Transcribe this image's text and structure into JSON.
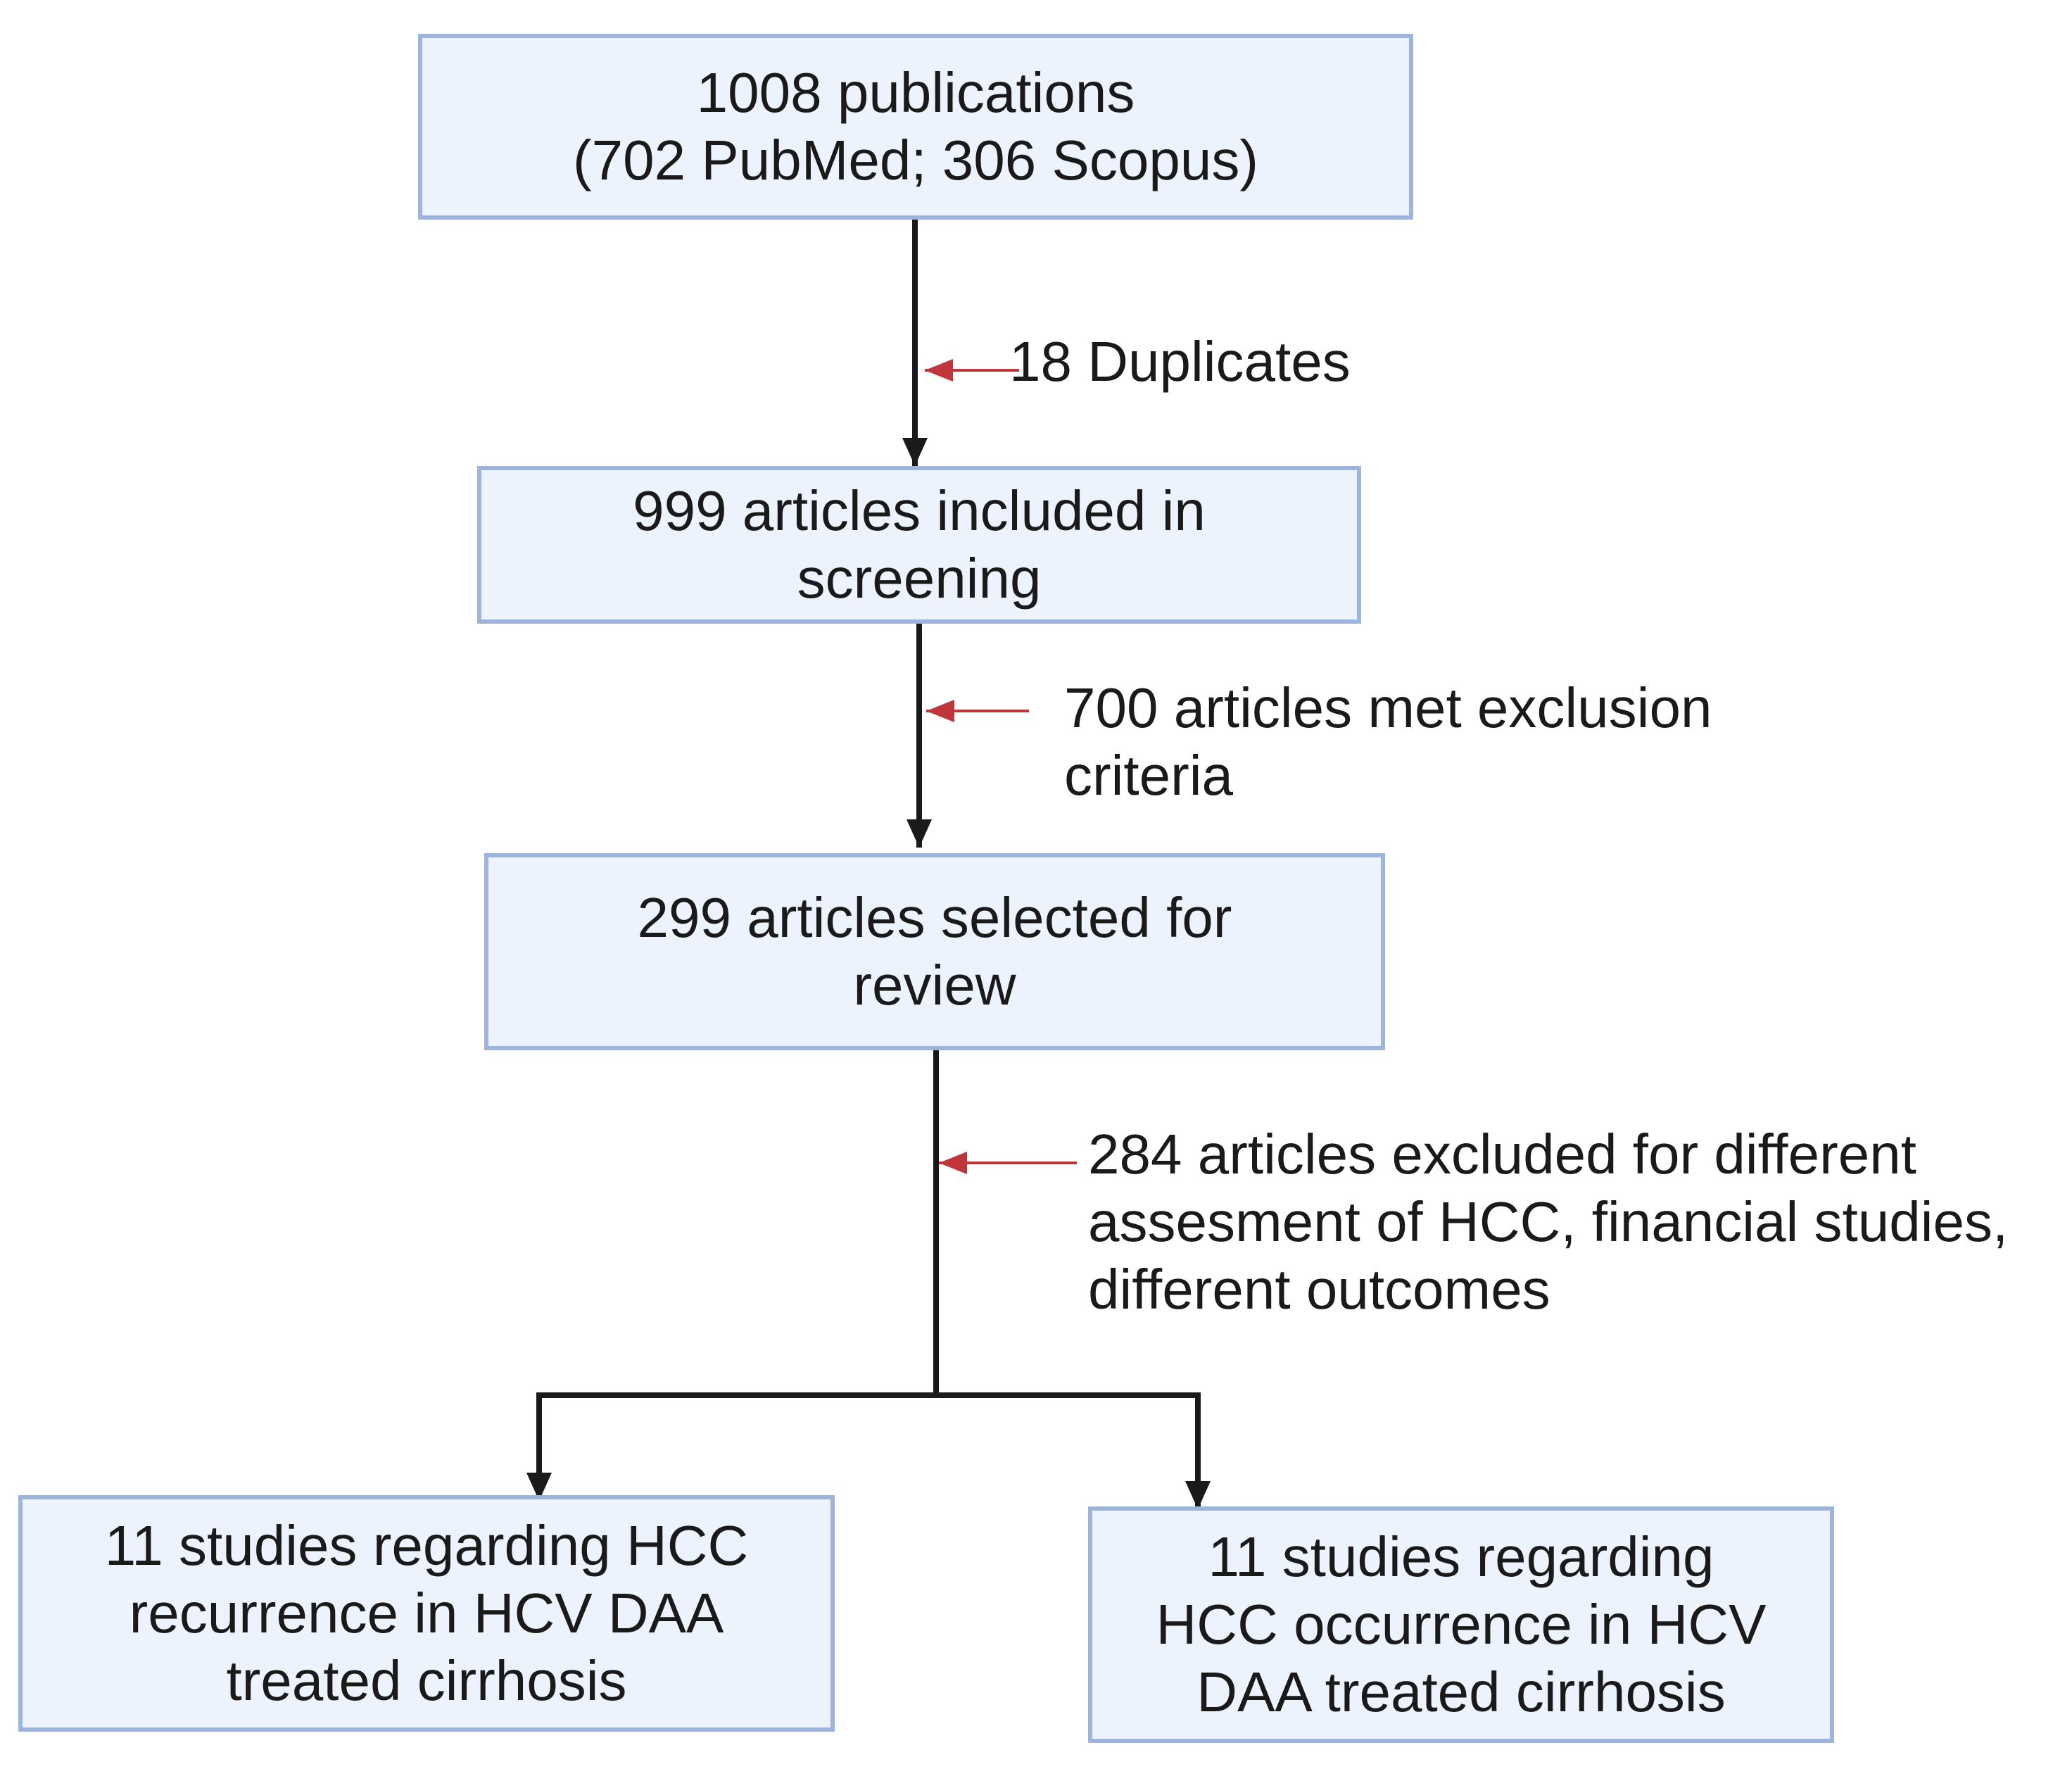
{
  "nodes": {
    "identified": {
      "lines": [
        "1008 publications",
        "(702 PubMed; 306 Scopus)"
      ]
    },
    "screening": {
      "lines": [
        "999 articles included in",
        "screening"
      ]
    },
    "review": {
      "lines": [
        "299 articles selected for",
        "review"
      ]
    },
    "recurrence": {
      "lines": [
        "11  studies regarding HCC",
        "recurrence in HCV DAA",
        "treated cirrhosis"
      ]
    },
    "occurrence": {
      "lines": [
        "11 studies regarding",
        "HCC occurrence in HCV",
        "DAA treated cirrhosis"
      ]
    }
  },
  "exclusions": {
    "duplicates": {
      "lines": [
        "18 Duplicates"
      ]
    },
    "exclusion_criteria": {
      "lines": [
        "700 articles met exclusion",
        "criteria"
      ]
    },
    "excluded_review": {
      "lines": [
        "284 articles excluded for different",
        "assesment of HCC, financial studies,",
        "different outcomes"
      ]
    }
  },
  "colors": {
    "box_fill": "#edf3fc",
    "box_border": "#9db4dc",
    "flow_arrow": "#1a1a1a",
    "exclusion_arrow": "#c0353a",
    "text": "#1a1a1a"
  }
}
